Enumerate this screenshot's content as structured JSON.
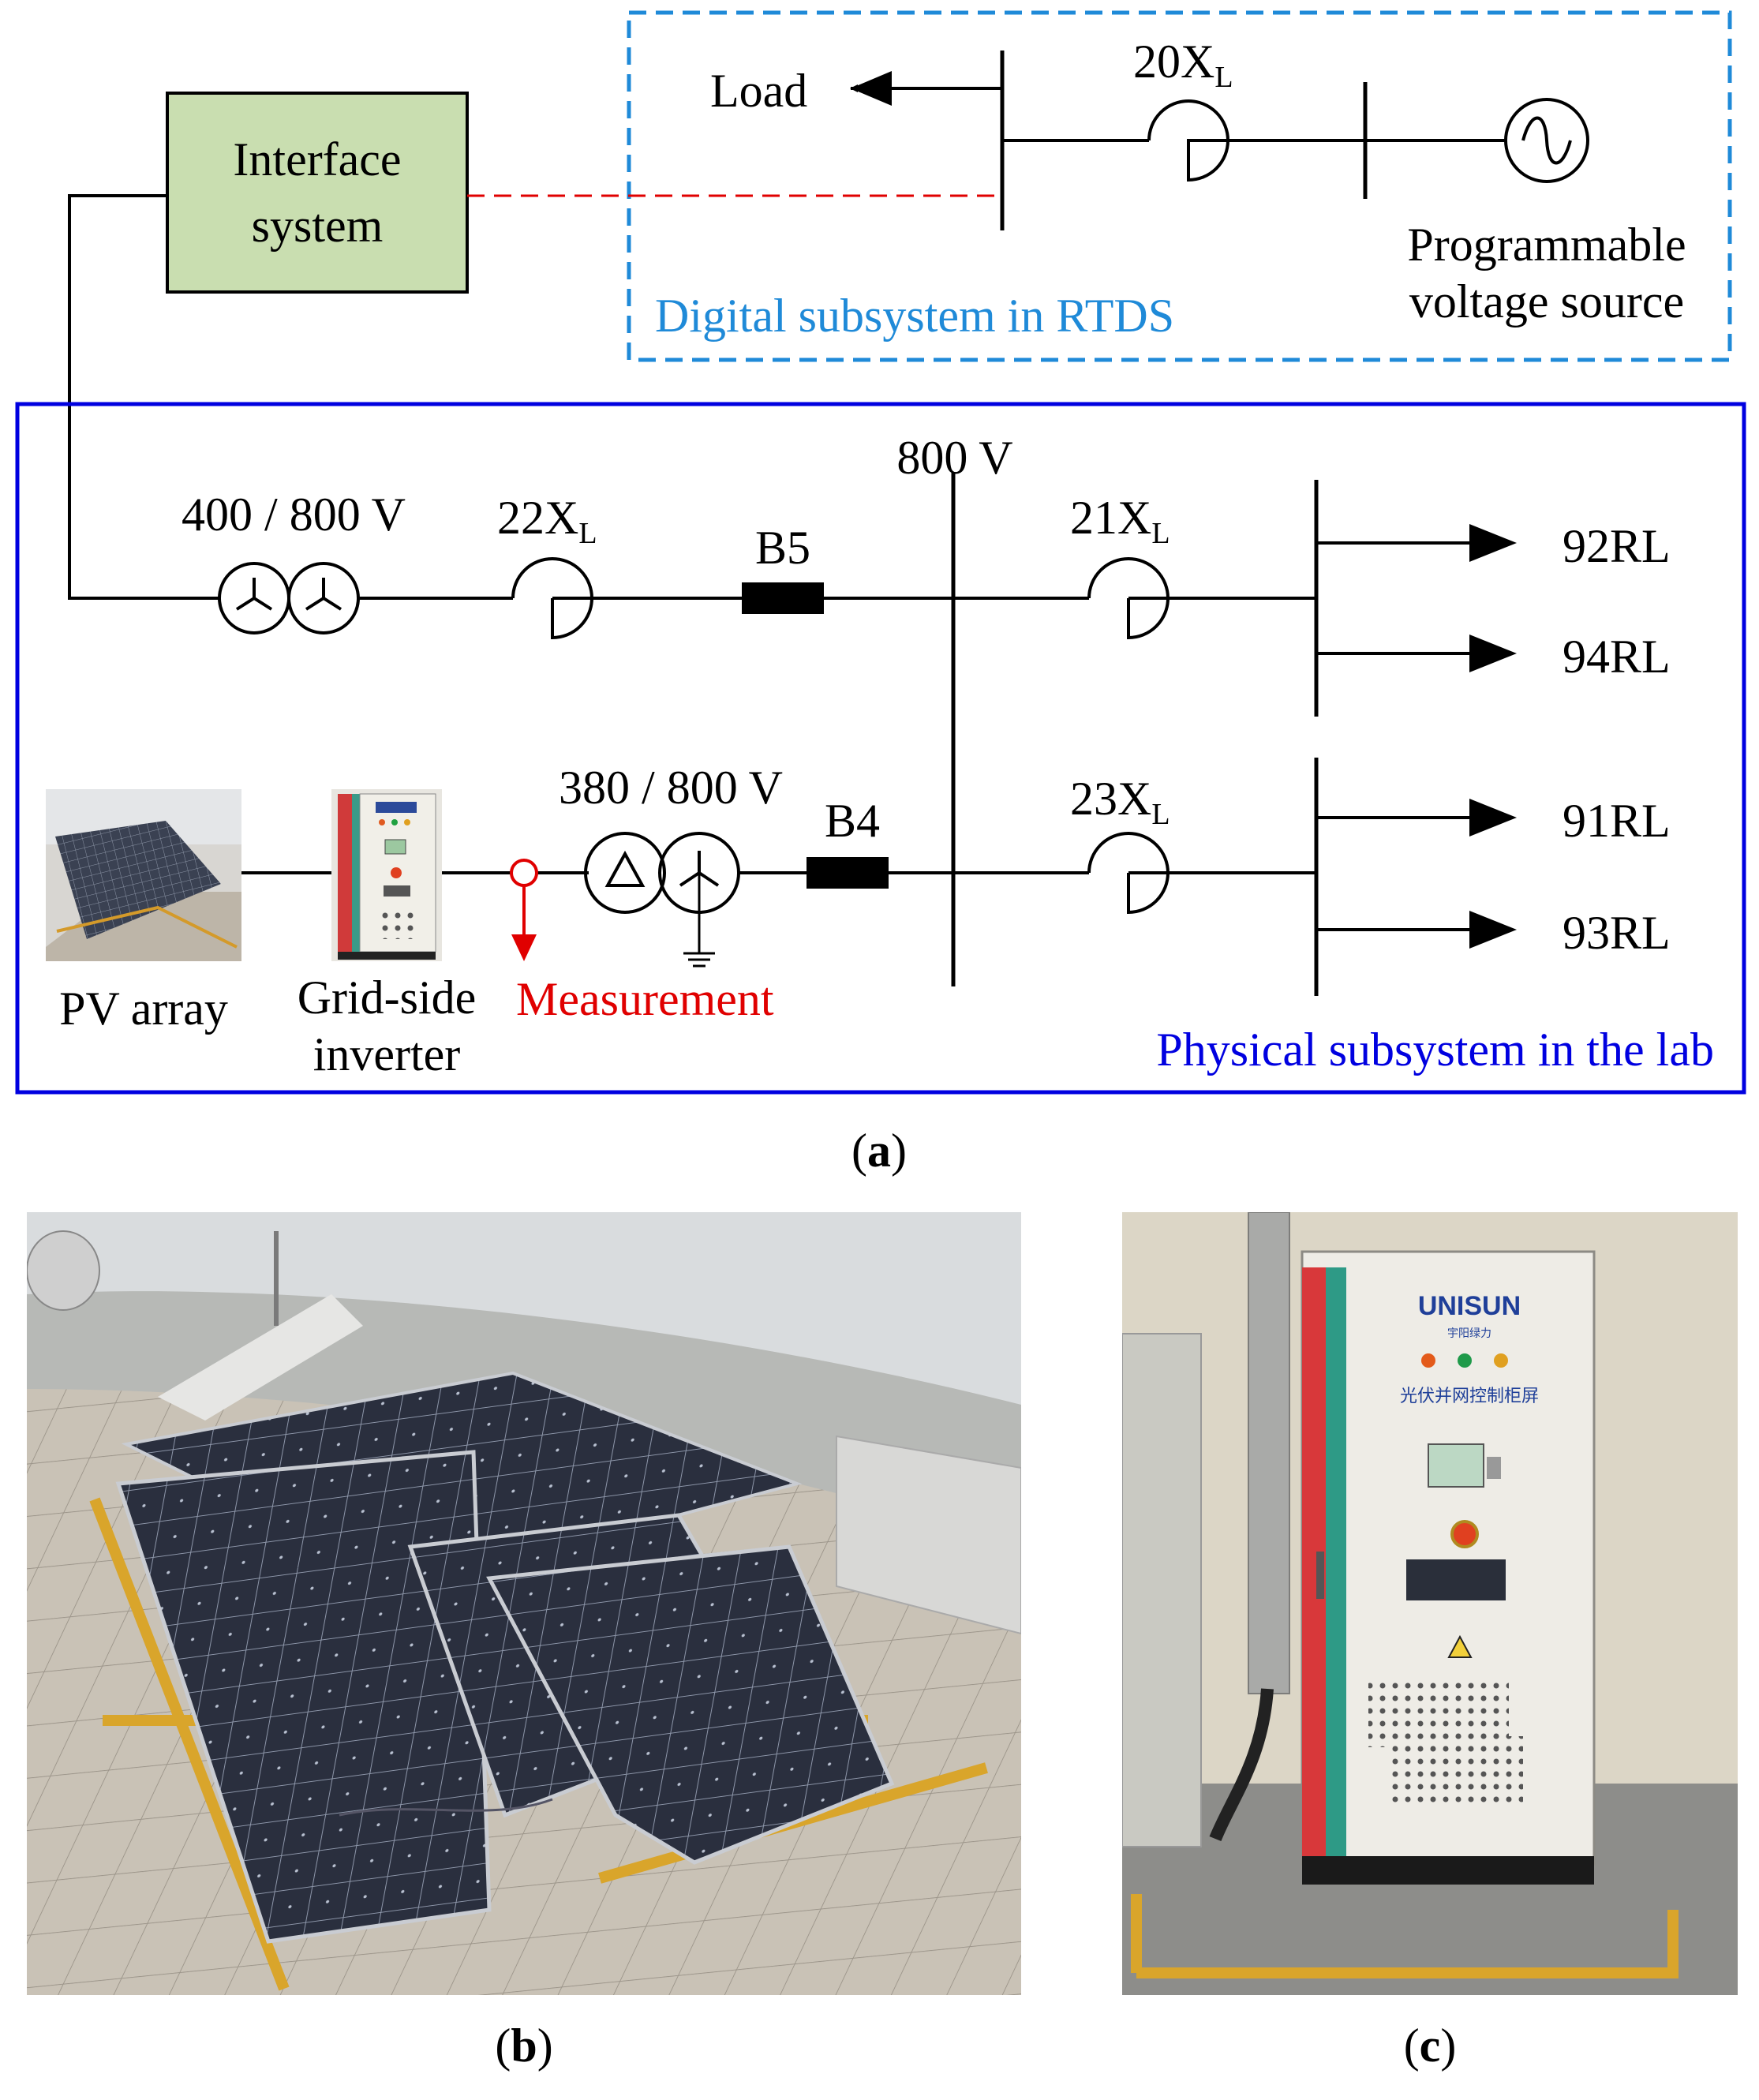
{
  "panel_a": {
    "interface_box": {
      "line1": "Interface",
      "line2": "system"
    },
    "digital": {
      "label": "Digital subsystem in RTDS",
      "load_label": "Load",
      "reactance": {
        "base": "20X",
        "sub": "L"
      },
      "source_line1": "Programmable",
      "source_line2": "voltage source"
    },
    "physical": {
      "label": "Physical subsystem in the lab",
      "bus_voltage": "800 V",
      "transformer_top": "400 / 800 V",
      "transformer_bottom": "380 / 800 V",
      "reactance_22": {
        "base": "22X",
        "sub": "L"
      },
      "reactance_21": {
        "base": "21X",
        "sub": "L"
      },
      "reactance_23": {
        "base": "23X",
        "sub": "L"
      },
      "breaker_top": "B5",
      "breaker_bottom": "B4",
      "loads": [
        "92RL",
        "94RL",
        "91RL",
        "93RL"
      ],
      "pv_label": "PV array",
      "inverter_line1": "Grid-side",
      "inverter_line2": "inverter",
      "measurement": "Measurement"
    },
    "caption": {
      "open": "(",
      "letter": "a",
      "close": ")"
    }
  },
  "panel_b": {
    "caption": {
      "open": "(",
      "letter": "b",
      "close": ")"
    }
  },
  "panel_c": {
    "caption": {
      "open": "(",
      "letter": "c",
      "close": ")"
    },
    "cabinet_brand": "UNISUN",
    "cabinet_brand_cn": "宇阳绿力",
    "cabinet_title_cn": "光伏并网控制柜屏"
  },
  "colors": {
    "digital_border": "#1f8ad8",
    "physical_border": "#0000e0",
    "interface_fill": "#c9deb0",
    "measurement": "#e00000",
    "link_dashed": "#e00000"
  }
}
